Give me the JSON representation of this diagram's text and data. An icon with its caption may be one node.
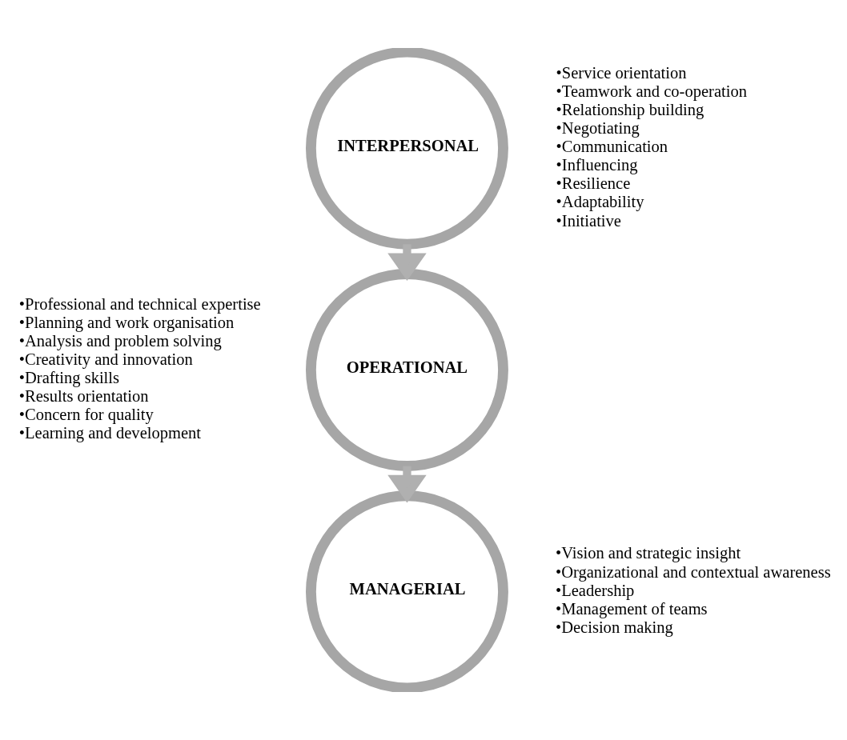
{
  "diagram": {
    "nodes": [
      {
        "text": [
          "INTERPERSONAL"
        ],
        "beside": [
          "•Service orientation",
          "•Teamwork and co-operation",
          "•Relationship building",
          "•Negotiating",
          "•Communication",
          "•Influencing",
          "•Resilience",
          "•Adaptability",
          "•Initiative"
        ]
      },
      {
        "text": [
          "OPERATIONAL"
        ],
        "beside": [
          "•Professional and technical expertise",
          "•Planning and work organisation",
          "•Analysis and problem solving",
          "•Creativity and innovation",
          "•Drafting skills",
          "•Results orientation",
          "•Concern for quality",
          "•Learning and development"
        ]
      },
      {
        "text": [
          "MANAGERIAL"
        ],
        "beside": [
          "•Vision and strategic insight",
          "•Organizational and contextual awareness",
          "•Leadership",
          "•Management of teams",
          "•Decision making"
        ]
      }
    ],
    "edges": [
      {
        "from": 0,
        "to": 1,
        "arrow": "to"
      },
      {
        "from": 1,
        "to": 2,
        "arrow": "to"
      }
    ]
  }
}
